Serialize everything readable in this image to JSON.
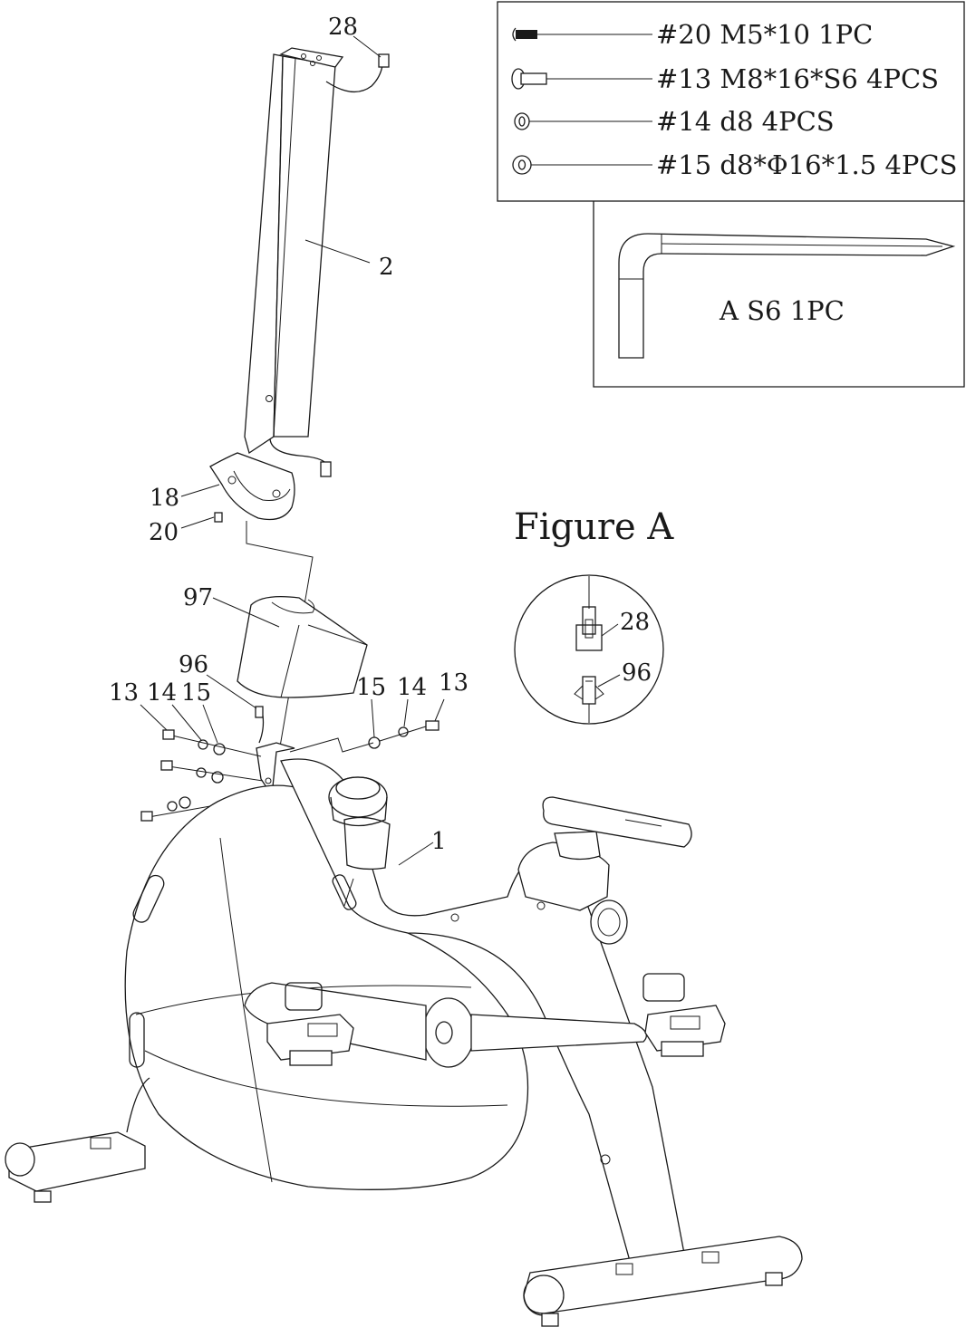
{
  "hardware_list": [
    {
      "text": "#20 M5*10 1PC",
      "icon": "screw-icon"
    },
    {
      "text": "#13 M8*16*S6 4PCS",
      "icon": "bolt-icon"
    },
    {
      "text": "#14 d8 4PCS",
      "icon": "spring-washer-icon"
    },
    {
      "text": "#15 d8*Φ16*1.5 4PCS",
      "icon": "flat-washer-icon"
    }
  ],
  "tool": {
    "text": "A S6 1PC",
    "icon": "allen-key-icon"
  },
  "figure_title": "Figure A",
  "detail_callouts": [
    "28",
    "96"
  ],
  "callouts": {
    "c28": "28",
    "c2": "2",
    "c18": "18",
    "c20": "20",
    "c97": "97",
    "c96": "96",
    "c13a": "13",
    "c14a": "14",
    "c15a": "15",
    "c15b": "15",
    "c14b": "14",
    "c13b": "13",
    "c1": "1"
  }
}
